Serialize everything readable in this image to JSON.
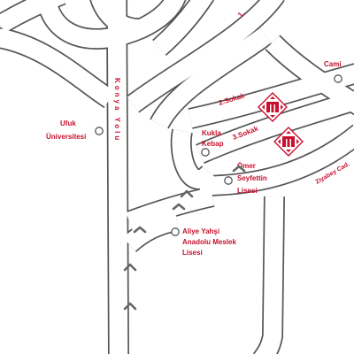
{
  "streets": {
    "konya_yolu": "Konya Yolu",
    "sokak_2": "2.Sokak",
    "sokak_3": "3.Sokak",
    "ziyabey": "Ziyabey Cad.",
    "top_fragment": "1."
  },
  "places": {
    "cami": "Cami",
    "ufuk": [
      "Ufuk",
      "Üniversitesi"
    ],
    "kukla": [
      "Kukla",
      "Kebap"
    ],
    "omer": [
      "Ömer",
      "Seyfettin",
      "Lisesi"
    ],
    "aliye": [
      "Aliye Yahşi",
      "Anadolu Meslek",
      "Lisesi"
    ]
  },
  "colors": {
    "road_outline": "#555555",
    "label_red": "#c8102e",
    "label_dark": "#555555",
    "background": "#ffffff"
  },
  "icons": {
    "destination": "destination-marker-icon",
    "direction": "chevron-up-icon",
    "poi": "circle-marker-icon"
  }
}
